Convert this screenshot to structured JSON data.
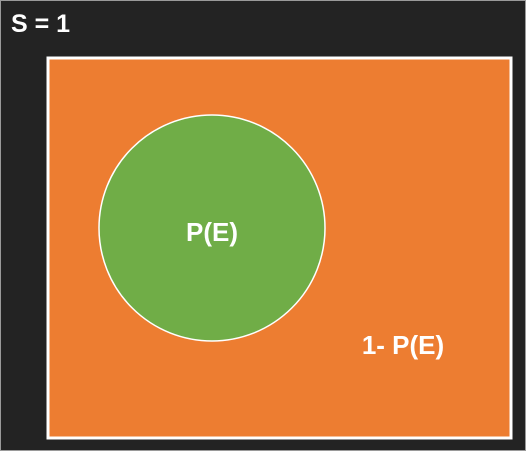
{
  "sample_space": {
    "label": "S = 1",
    "fill_color": "#ED7D31",
    "border_color": "#FFFFFF"
  },
  "event": {
    "label": "P(E)",
    "fill_color": "#70AD47",
    "border_color": "#FFFFFF"
  },
  "complement": {
    "label": "1- P(E)"
  },
  "colors": {
    "background": "#232323",
    "text": "#FFFFFF"
  }
}
